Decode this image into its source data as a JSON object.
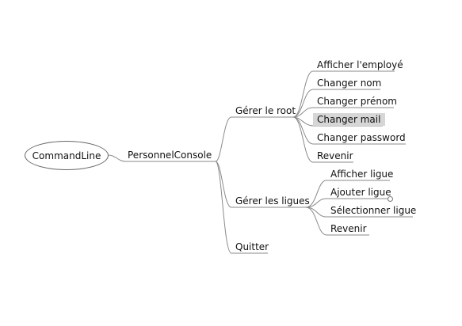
{
  "root": {
    "label": "CommandLine"
  },
  "level1": {
    "label": "PersonnelConsole"
  },
  "branches": [
    {
      "label": "Gérer le root",
      "children": [
        {
          "label": "Afficher l'employé",
          "selected": false
        },
        {
          "label": "Changer nom",
          "selected": false
        },
        {
          "label": "Changer prénom",
          "selected": false
        },
        {
          "label": "Changer mail",
          "selected": true
        },
        {
          "label": "Changer password",
          "selected": false
        },
        {
          "label": "Revenir",
          "selected": false
        }
      ]
    },
    {
      "label": "Gérer les ligues",
      "children": [
        {
          "label": "Afficher ligue",
          "selected": false
        },
        {
          "label": "Ajouter ligue",
          "selected": false,
          "collapsed_marker": true
        },
        {
          "label": "Sélectionner ligue",
          "selected": false
        },
        {
          "label": "Revenir",
          "selected": false
        }
      ]
    },
    {
      "label": "Quitter",
      "children": []
    }
  ],
  "colors": {
    "line": "#8a8a8a",
    "selection": "#d6d6d6",
    "text": "#111111"
  }
}
